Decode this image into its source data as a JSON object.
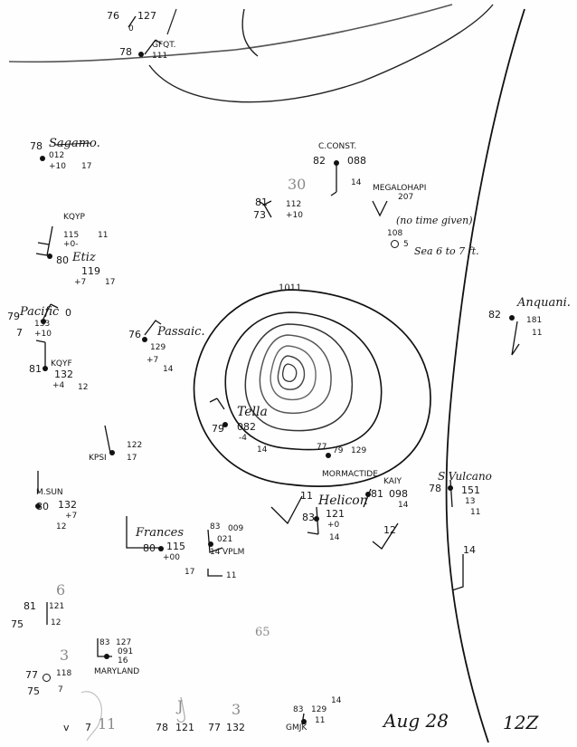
{
  "date_stamp": {
    "date": "Aug 28",
    "time": "12Z"
  },
  "isobar_label": "1011",
  "pencil_marks": [
    "30",
    "6",
    "3",
    "J",
    "3",
    "65",
    "14",
    "12",
    "11"
  ],
  "stations": {
    "top_left": {
      "temp": "76",
      "pressure": "127",
      "sub": "0"
    },
    "gfqt": {
      "temp": "78",
      "id": "GFQT.",
      "sub": "111"
    },
    "sagamo": {
      "temp": "78",
      "name": "Sagamo.",
      "row1": "012",
      "row2": "+10",
      "row3": "17"
    },
    "kqyp": {
      "id": "KQYP",
      "r1": "115",
      "r1b": "11",
      "r2": "+0-",
      "r3": "80",
      "name": "Etiz",
      "r4": "119",
      "r5": "+7",
      "r5b": "17"
    },
    "pacific": {
      "temp": "79",
      "name": "Pacific",
      "r1": "133",
      "r2": "+10",
      "r3": "7",
      "r4": "0"
    },
    "kqyf": {
      "temp": "81",
      "id": "KQYF",
      "r1": "132",
      "r2": "+4",
      "r2b": "12"
    },
    "passaic": {
      "temp": "76",
      "name": "Passaic.",
      "r1": "129",
      "r2": "+7",
      "r3": "14"
    },
    "c_const": {
      "id": "C.CONST.",
      "temp": "82",
      "r1": "088",
      "r2": "14"
    },
    "megalohapi": {
      "id": "MEGALOHAPI",
      "r1": "207",
      "note": "(no time given)",
      "r2": "108",
      "r3": "5",
      "seas": "Sea 6 to 7 ft."
    },
    "ship_81": {
      "temp": "81",
      "r0": "73",
      "r1": "112",
      "r2": "+10"
    },
    "anquani": {
      "temp": "82",
      "name": "Anquani.",
      "r1": "181",
      "r2": "11"
    },
    "tella": {
      "name": "Tella",
      "temp": "79",
      "r1": "082",
      "r2": "-4",
      "r3": "14"
    },
    "kpsi": {
      "id": "KPSI",
      "r1": "122",
      "r2": "17"
    },
    "mormactide": {
      "id": "MORMACTIDE",
      "r1": "77",
      "r2": "79",
      "r3": "129"
    },
    "kaiy": {
      "id": "KAIY",
      "temp": "81",
      "r1": "098",
      "r2": "14"
    },
    "s_vulcano": {
      "id": "S.Vulcano",
      "temp": "78",
      "r1": "151",
      "r2": "13",
      "r3": "11"
    },
    "m_sun": {
      "id": "M.SUN",
      "temp": "80",
      "r1": "132",
      "r2": "+7",
      "r3": "12"
    },
    "helicon": {
      "name": "Helicon",
      "temp": "83",
      "r1": "121",
      "r2": "+0",
      "r3": "14"
    },
    "frances": {
      "name": "Frances",
      "temp": "80",
      "r1": "115",
      "r2": "+00",
      "r3": "17",
      "r4": "11"
    },
    "vplm": {
      "id": "VPLM",
      "temp": "83",
      "r1": "009",
      "r2": "021",
      "r3": "14",
      "r4": "11"
    },
    "bottom_left1": {
      "temp": "75",
      "r1": "121",
      "r2": "12",
      "r3": "81"
    },
    "maryland": {
      "name": "MARYLAND",
      "temp": "83",
      "r1": "127",
      "r2": "091",
      "r3": "16"
    },
    "bottom_left2": {
      "temp": "77",
      "r1": "118",
      "r2": "75",
      "r3": "7"
    },
    "gmjk": {
      "id": "GMJK",
      "temp": "83",
      "r1": "129",
      "r2": "14",
      "r3": "11"
    },
    "bottom_row": {
      "a": "v",
      "b": "7",
      "c": "11",
      "d": "78",
      "e": "121",
      "f": "77",
      "g": "132"
    }
  }
}
